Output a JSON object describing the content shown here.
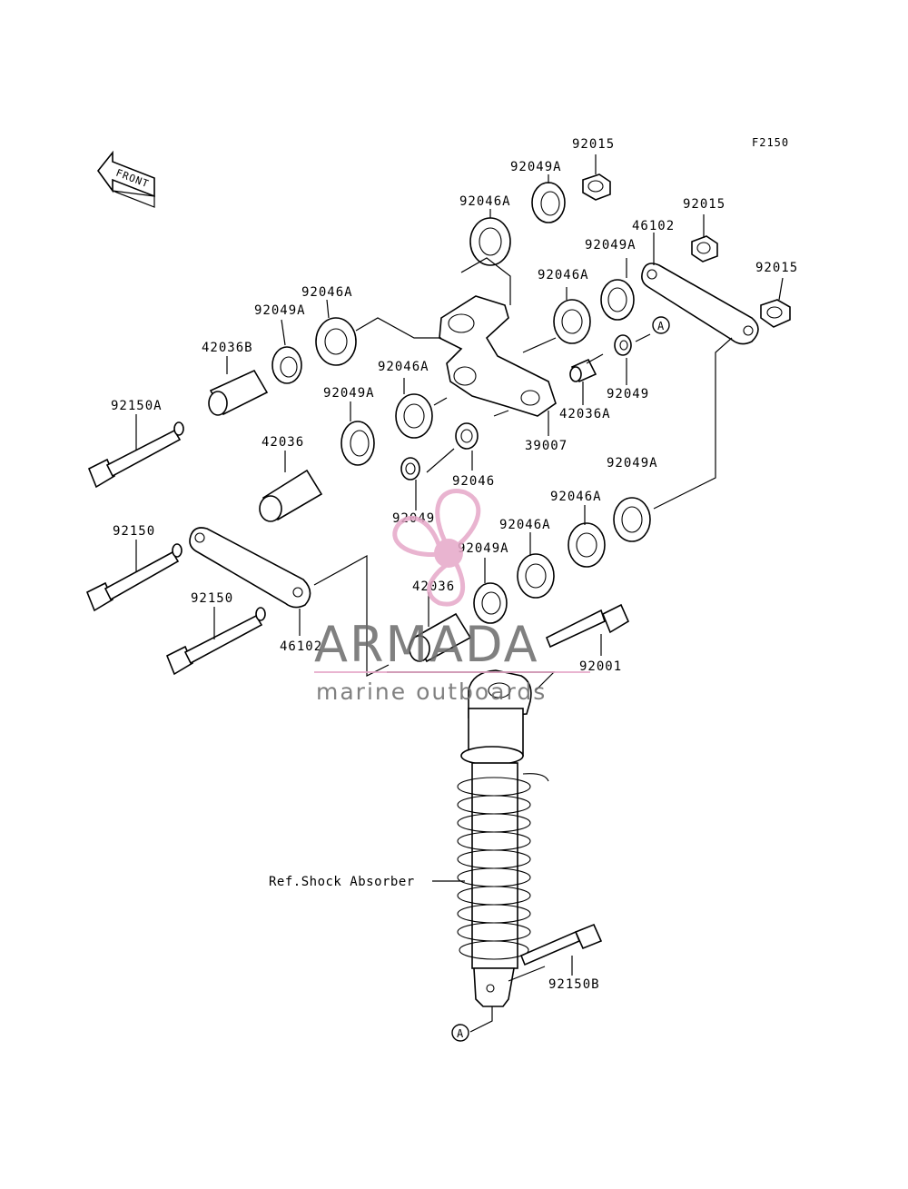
{
  "diagram": {
    "figure_code": "F2150",
    "front_label": "FRONT",
    "ref_label": "Ref.Shock Absorber",
    "callout_letter": "A",
    "parts": {
      "p92015a": "92015",
      "p92049a_top": "92049A",
      "p92046a_top": "92046A",
      "p92015b": "92015",
      "p46102_right": "46102",
      "p92049a_right": "92049A",
      "p92015c": "92015",
      "p92046a_left": "92046A",
      "p92049a_left": "92049A",
      "p92046a_mid": "92046A",
      "p42036b": "42036B",
      "p92046a_center": "92046A",
      "p92150a": "92150A",
      "p92049a_center": "92049A",
      "p92049_right": "92049",
      "p42036a": "42036A",
      "p39007": "39007",
      "p42036_left": "42036",
      "p92046": "92046",
      "p92049a_lower_right": "92049A",
      "p92049_center": "92049",
      "p92046a_lower": "92046A",
      "p92150_upper": "92150",
      "p92046a_lower2": "92046A",
      "p92049a_lower": "92049A",
      "p92150_lower": "92150",
      "p42036_lower": "42036",
      "p92001": "92001",
      "p46102_left": "46102",
      "p92150b": "92150B"
    }
  },
  "watermark": {
    "brand": "ARMADA",
    "tagline": "marine outboards",
    "colors": {
      "propeller": "#e6a8c8",
      "hub": "#e6a8c8",
      "text": "#6b6b6b"
    }
  }
}
